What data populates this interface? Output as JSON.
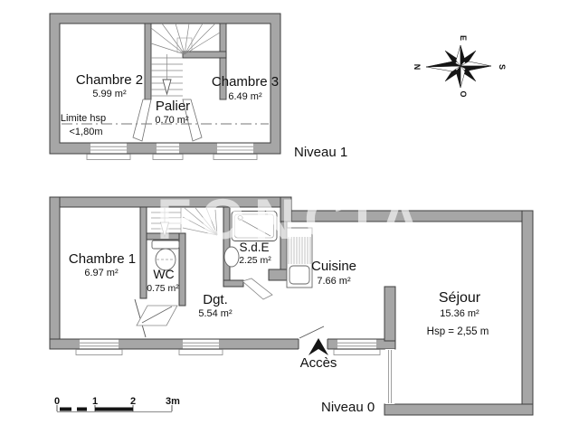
{
  "watermark": "FONCIA",
  "level1": {
    "label": "Niveau 1",
    "chambre2": {
      "name": "Chambre 2",
      "area": "5.99 m²"
    },
    "chambre3": {
      "name": "Chambre 3",
      "area": "6.49 m²"
    },
    "palier": {
      "name": "Palier",
      "area": "0.70 m²"
    },
    "limite": {
      "line1": "Limite hsp",
      "line2": "<1,80m"
    }
  },
  "level0": {
    "label": "Niveau 0",
    "chambre1": {
      "name": "Chambre 1",
      "area": "6.97 m²"
    },
    "wc": {
      "name": "WC",
      "area": "0.75 m²"
    },
    "sde": {
      "name": "S.d.E",
      "area": "2.25 m²"
    },
    "cuisine": {
      "name": "Cuisine",
      "area": "7.66 m²"
    },
    "dgt": {
      "name": "Dgt.",
      "area": "5.54 m²"
    },
    "sejour": {
      "name": "Séjour",
      "area": "15.36 m²",
      "hsp": "Hsp =  2,55 m"
    },
    "acces": "Accès"
  },
  "compass": {
    "n": "N",
    "e": "E",
    "s": "S",
    "o": "O"
  },
  "scalebar": {
    "t0": "0",
    "t1": "1",
    "t2": "2",
    "t3": "3m"
  },
  "colors": {
    "wall_fill": "#a6a6a6",
    "wall_stroke": "#3f3f3f",
    "thin_line": "#777777",
    "text": "#111111",
    "watermark": "#ffffff"
  }
}
